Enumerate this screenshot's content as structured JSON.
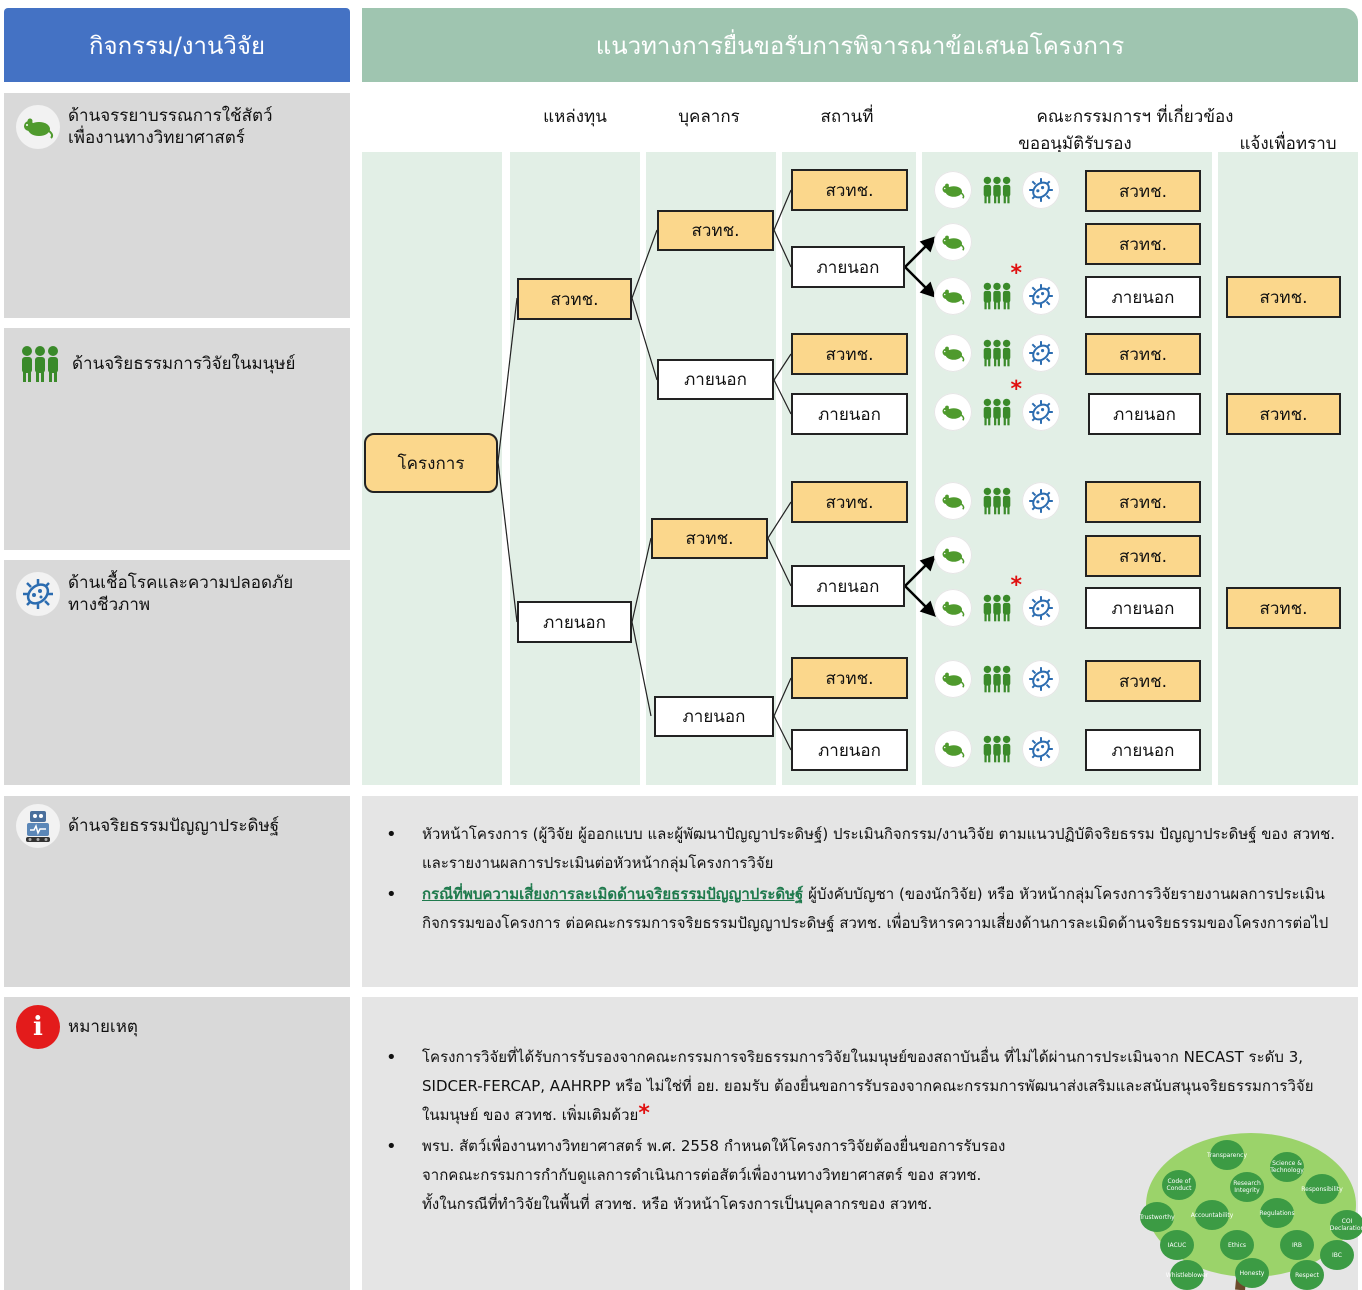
{
  "header": {
    "left_title": "กิจกรรม/งานวิจัย",
    "right_title": "แนวทางการยื่นขอรับการพิจารณาข้อเสนอโครงการ"
  },
  "categories": {
    "animal": {
      "label_line1": "ด้านจรรยาบรรณการใช้สัตว์",
      "label_line2": "เพื่องานทางวิทยาศาสตร์",
      "icon": "rat-icon"
    },
    "human": {
      "label": "ด้านจริยธรรมการวิจัยในมนุษย์",
      "icon": "people-icon"
    },
    "bio": {
      "label_line1": "ด้านเชื้อโรคและความปลอดภัย",
      "label_line2": "ทางชีวภาพ",
      "icon": "germ-icon"
    },
    "ai": {
      "label": "ด้านจริยธรรมปัญญาประดิษฐ์",
      "icon": "robot-icon"
    },
    "note": {
      "label": "หมายเหตุ",
      "icon": "info-icon"
    }
  },
  "columns": {
    "funding": "แหล่งทุน",
    "personnel": "บุคลากร",
    "location": "สถานที่",
    "committee": "คณะกรรมการฯ ที่เกี่ยวข้อง",
    "approve": "ขออนุมัติรับรอง",
    "notify": "แจ้งเพื่อทราบ"
  },
  "tree": {
    "root": "โครงการ",
    "nstda": "สวทช.",
    "outside": "ภายนอก"
  },
  "ai_section": {
    "bullet1": "หัวหน้าโครงการ (ผู้วิจัย ผู้ออกแบบ และผู้พัฒนาปัญญาประดิษฐ์) ประเมินกิจกรรม/งานวิจัย ตามแนวปฏิบัติจริยธรรม ปัญญาประดิษฐ์ ของ สวทช. และรายงานผลการประเมินต่อหัวหน้ากลุ่มโครงการวิจัย",
    "bullet2_link": "กรณีที่พบความเสี่ยงการละเมิดด้านจริยธรรมปัญญาประดิษฐ์",
    "bullet2_rest": " ผู้บังคับบัญชา (ของนักวิจัย) หรือ หัวหน้ากลุ่มโครงการวิจัยรายงานผลการประเมินกิจกรรมของโครงการ ต่อคณะกรรมการจริยธรรมปัญญาประดิษฐ์ สวทช. เพื่อบริหารความเสี่ยงด้านการละเมิดด้านจริยธรรมของโครงการต่อไป"
  },
  "note_section": {
    "bullet1": "โครงการวิจัยที่ได้รับการรับรองจากคณะกรรมการจริยธรรมการวิจัยในมนุษย์ของสถาบันอื่น ที่ไม่ได้ผ่านการประเมินจาก NECAST ระดับ 3, SIDCER-FERCAP, AAHRPP หรือ ไม่ใช่ที่ อย. ยอมรับ ต้องยื่นขอการรับรองจากคณะกรรมการพัฒนาส่งเสริมและสนับสนุนจริยธรรมการวิจัยในมนุษย์ ของ สวทช. เพิ่มเติมด้วย",
    "star": "*",
    "bullet2_l1": "พรบ. สัตว์เพื่องานทางวิทยาศาสตร์ พ.ศ. 2558 กำหนดให้โครงการวิจัยต้องยื่นขอการรับรอง",
    "bullet2_l2": "จากคณะกรรมการกำกับดูแลการดำเนินการต่อสัตว์เพื่องานทางวิทยาศาสตร์ ของ สวทช.",
    "bullet2_l3": "ทั้งในกรณีที่ทำวิจัยในพื้นที่ สวทช. หรือ หัวหน้าโครงการเป็นบุคลากรของ สวทช."
  },
  "tree_badges": [
    "Transparency",
    "Science & Technology",
    "Code of Conduct",
    "Research Integrity",
    "Responsibility",
    "Trustworthy",
    "Accountability",
    "Regulations",
    "COI Declaration",
    "IACUC",
    "Ethics",
    "IRB",
    "IBC",
    "Whistleblower",
    "Honesty",
    "Respect"
  ],
  "colors": {
    "header_left": "#4472c4",
    "header_right": "#9fc5b0",
    "nstda_box": "#fbd78c",
    "column_bg": "#e2efe6",
    "icon_green": "#3a8a2a",
    "icon_blue": "#2b6cb0",
    "star": "#e01010"
  }
}
